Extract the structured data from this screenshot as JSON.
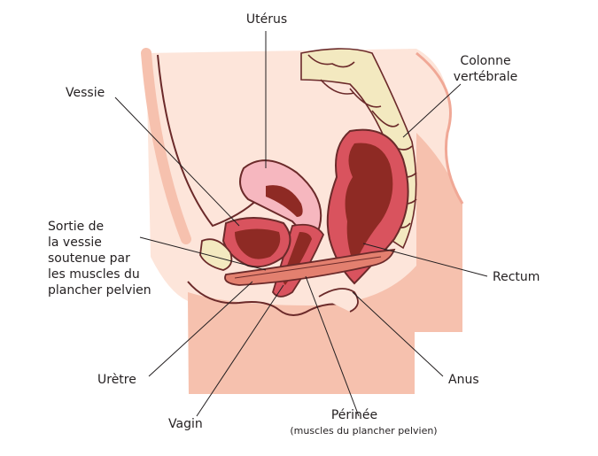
{
  "labels": {
    "uterus": "Utérus",
    "spine": "Colonne\nvertébrale",
    "bladder": "Vessie",
    "bladder_outlet": "Sortie de\nla vessie\nsoutenue par\nles muscles du\nplancher pelvien",
    "rectum": "Rectum",
    "urethra": "Urètre",
    "anus": "Anus",
    "vagina": "Vagin",
    "perineum": "Périnée",
    "perineum_note": "(muscles du plancher pelvien)"
  },
  "colors": {
    "skin_light": "#fde5da",
    "skin": "#f6c1ae",
    "skin_dark": "#f0a896",
    "outline": "#6b2a2a",
    "bone": "#f3e9c0",
    "bone_shadow": "#e4d49a",
    "uterus_pink": "#f6b7bf",
    "organ_red": "#d9535e",
    "organ_dark": "#8e2a24",
    "muscle": "#e3806f",
    "leader": "#231f20"
  }
}
